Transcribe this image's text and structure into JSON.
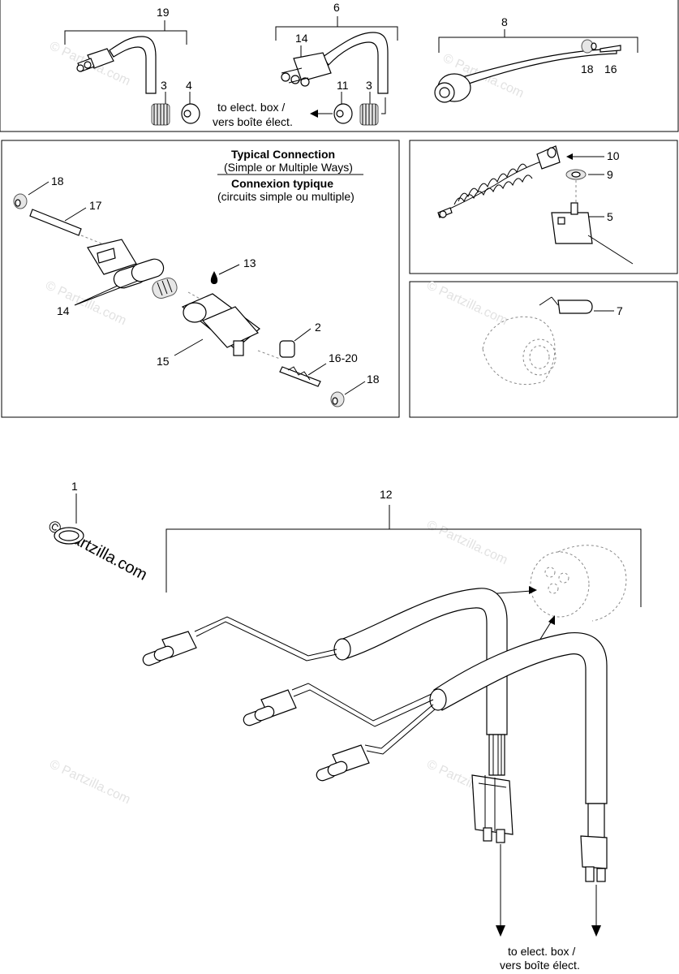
{
  "callouts": {
    "c1": "1",
    "c2": "2",
    "c3a": "3",
    "c3b": "3",
    "c4": "4",
    "c5": "5",
    "c6": "6",
    "c7": "7",
    "c8": "8",
    "c9": "9",
    "c10": "10",
    "c11": "11",
    "c12": "12",
    "c13": "13",
    "c14a": "14",
    "c14b": "14",
    "c15": "15",
    "c16": "16",
    "c16_20": "16-20",
    "c17": "17",
    "c18a": "18",
    "c18b": "18",
    "c18c": "18",
    "c19": "19"
  },
  "notes": {
    "elect_box_top_1": "to elect. box /",
    "elect_box_top_2": "vers boîte élect.",
    "elect_box_bottom_1": "to elect. box /",
    "elect_box_bottom_2": "vers boîte élect."
  },
  "typical_connection": {
    "title_en": "Typical Connection",
    "sub_en": "(Simple or Multiple Ways)",
    "title_fr": "Connexion typique",
    "sub_fr": "(circuits simple ou multiple)"
  },
  "watermarks": {
    "small": "© Partzilla.com",
    "big": "© Partzilla.com"
  }
}
